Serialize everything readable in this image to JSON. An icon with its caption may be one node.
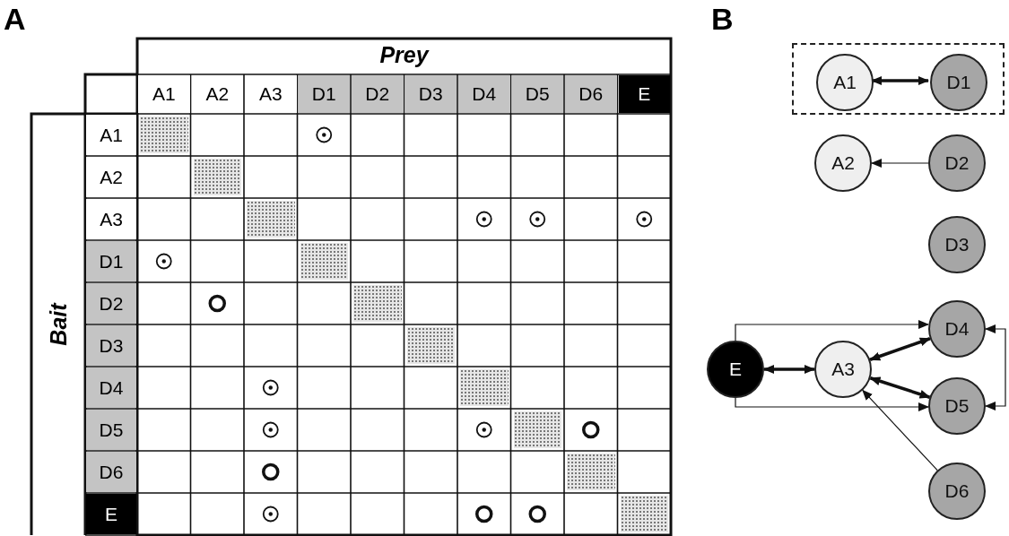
{
  "diagram": {
    "nodes": [
      {
        "text": [],
        "shape": "box"
      },
      {
        "text": [
          "A1"
        ],
        "in": 0
      },
      {
        "text": [
          "D1"
        ],
        "in": 0
      },
      {
        "text": [
          "A2"
        ]
      },
      {
        "text": [
          "D2"
        ]
      },
      {
        "text": [
          "D3"
        ]
      },
      {
        "text": [
          "D4"
        ]
      },
      {
        "text": [
          "E"
        ]
      },
      {
        "text": [
          "A3"
        ]
      },
      {
        "text": [
          "D5"
        ]
      },
      {
        "text": [
          "D6"
        ]
      }
    ],
    "edges": [
      {
        "from": 1,
        "to": 2,
        "arrow": "both",
        "style": "thick"
      },
      {
        "from": 4,
        "to": 3,
        "arrow": "to"
      },
      {
        "from": 7,
        "to": 8,
        "arrow": "both",
        "style": "thick"
      },
      {
        "from": 8,
        "to": 6,
        "arrow": "both",
        "style": "thick"
      },
      {
        "from": 8,
        "to": 9,
        "arrow": "both",
        "style": "thick"
      },
      {
        "from": 7,
        "to": 6,
        "arrow": "to"
      },
      {
        "from": 7,
        "to": 9,
        "arrow": "to"
      },
      {
        "from": 6,
        "to": 9,
        "arrow": "both"
      },
      {
        "from": 10,
        "to": 8,
        "arrow": "to"
      }
    ],
    "labels": [
      "A",
      "B",
      "Prey",
      "A1",
      "A2",
      "A3",
      "D1",
      "D2",
      "D3",
      "D4",
      "D5",
      "D6",
      "E",
      "Bait",
      "A1",
      "A2",
      "A3",
      "D1",
      "D2",
      "D3",
      "D4",
      "D5",
      "D6",
      "E"
    ]
  }
}
